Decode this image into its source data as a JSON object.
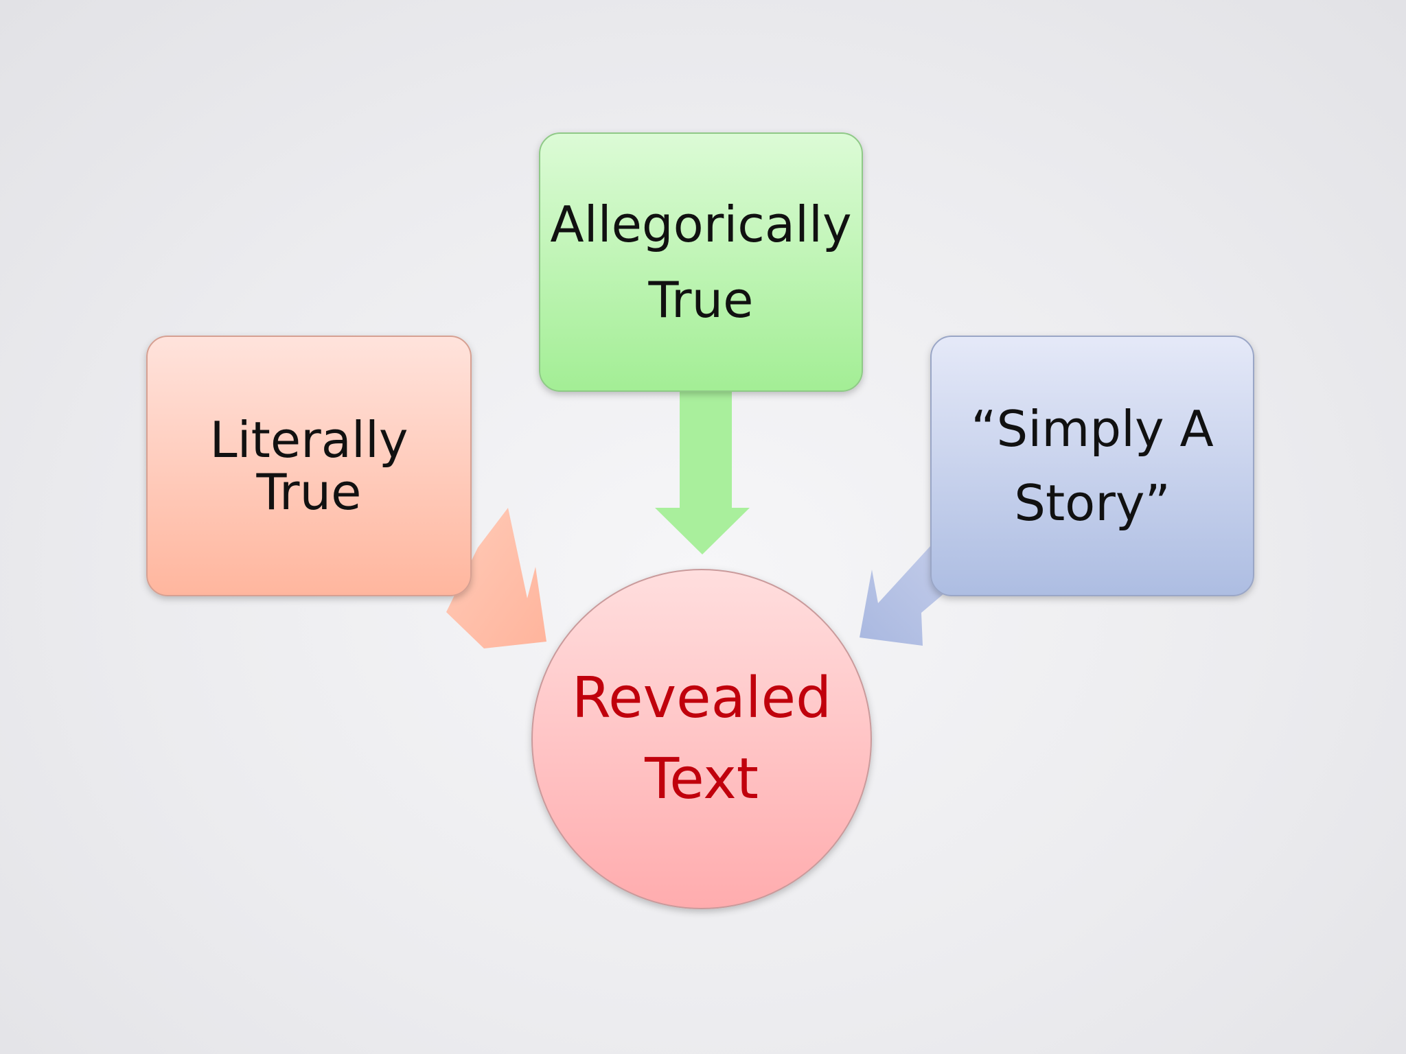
{
  "diagram": {
    "nodes": [
      {
        "id": "literally",
        "lines": [
          "Literally",
          "True"
        ],
        "shape": "rounded-rect",
        "fill": "#ffc6b2",
        "text_color": "#111111"
      },
      {
        "id": "allegorically",
        "lines": [
          "Allegorically",
          "True"
        ],
        "shape": "rounded-rect",
        "fill": "#b8f0ac",
        "text_color": "#111111"
      },
      {
        "id": "story",
        "lines": [
          "“Simply A",
          "Story”"
        ],
        "shape": "rounded-rect",
        "fill": "#c6d0ea",
        "text_color": "#111111"
      },
      {
        "id": "revealed",
        "lines": [
          "Revealed",
          "Text"
        ],
        "shape": "circle",
        "fill": "#ffc4c6",
        "text_color": "#c0000c"
      }
    ],
    "edges": [
      {
        "from": "literally",
        "to": "revealed",
        "color": "#ffbfaa"
      },
      {
        "from": "allegorically",
        "to": "revealed",
        "color": "#a9ef9c"
      },
      {
        "from": "story",
        "to": "revealed",
        "color": "#b4c0e4"
      }
    ]
  }
}
